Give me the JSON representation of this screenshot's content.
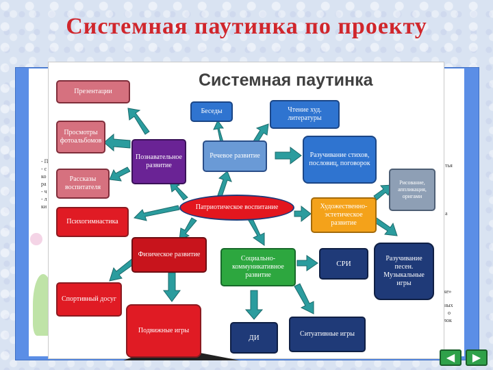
{
  "slide": {
    "title": "Системная паутинка по проекту",
    "nav": {
      "prev_glyph": "◀",
      "next_glyph": "▶"
    }
  },
  "background_slide": {
    "left_fragments": [
      "- П",
      "- с",
      "ко",
      "ра",
      "- ч",
      "- л",
      "ки"
    ],
    "right_fragments": [
      "тья",
      "а",
      "ке»",
      "ных",
      "о",
      "лок"
    ]
  },
  "diagram": {
    "title": "Системная паутинка",
    "center": "Патриотическое воспитание",
    "nodes": {
      "presentations": "Презентации",
      "photo_albums": "Просмотры фотоальбомов",
      "cognitive": "Познавательное развитие",
      "teacher_stories": "Рассказы воспитателя",
      "psycho_gymnastics": "Психогимнастика",
      "talks": "Беседы",
      "fiction_reading": "Чтение худ. литературы",
      "speech": "Речевое развитие",
      "learning_poems": "Разучивание стихов, пословиц, поговорок",
      "drawing": "Рисование, аппликация, оригами",
      "artistic": "Художественно-эстетическое развитие",
      "physical": "Физическое развитие",
      "sport_leisure": "Спортивный досуг",
      "outdoor_games": "Подвижные игры",
      "social": "Социально-коммуникативное развитие",
      "sri": "СРИ",
      "di": "ДИ",
      "situational_games": "Ситуативные игры",
      "learning_songs": "Разучивание песен. Музыкальные игры"
    }
  },
  "colors": {
    "title_red": "#d0262c",
    "arrow_teal": "#2b9c9e",
    "panel_blue": "#5b8ee6"
  }
}
